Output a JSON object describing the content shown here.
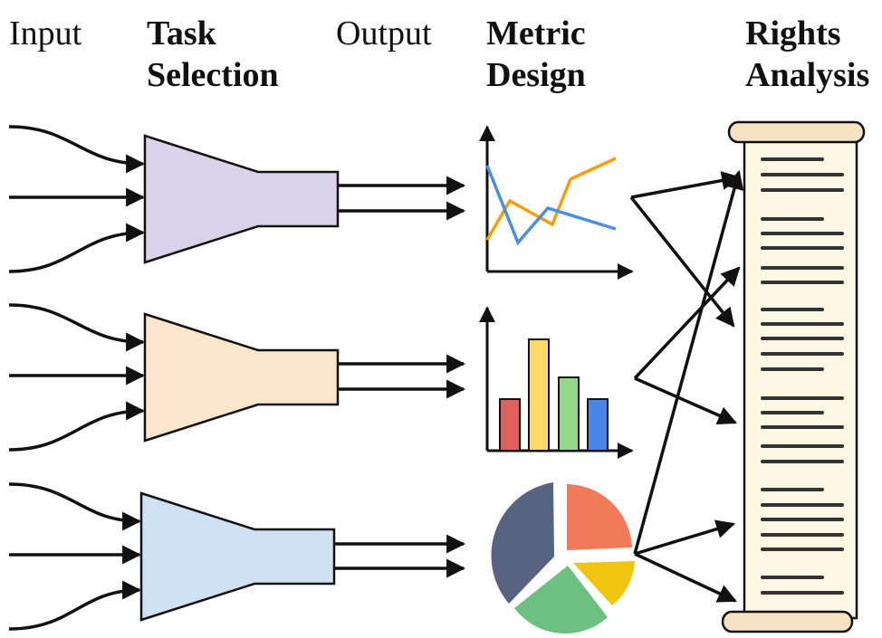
{
  "headers": {
    "input": "Input",
    "task_selection": [
      "Task",
      "Selection"
    ],
    "output": "Output",
    "metric_design": [
      "Metric",
      "Design"
    ],
    "rights_analysis": [
      "Rights",
      "Analysis"
    ]
  },
  "colors": {
    "stroke": "#111111",
    "funnel_1": "#d9d2e9",
    "funnel_2": "#fce5cd",
    "funnel_3": "#cfe2f3",
    "line_series_a": "#f5a000",
    "line_series_b": "#4a90e2",
    "bars": [
      "#e06060",
      "#ffd966",
      "#93d884",
      "#4a86e8"
    ],
    "pie": [
      "#f07a5a",
      "#f1c40f",
      "#6cc080",
      "#586382"
    ],
    "scroll_fill": "#fdf6e3",
    "scroll_roll": "#f6e2c3",
    "scroll_line": "#333333"
  },
  "icons": {
    "line_chart": "line-chart-icon",
    "bar_chart": "bar-chart-icon",
    "pie_chart": "pie-chart-icon",
    "scroll": "document-scroll-icon"
  }
}
